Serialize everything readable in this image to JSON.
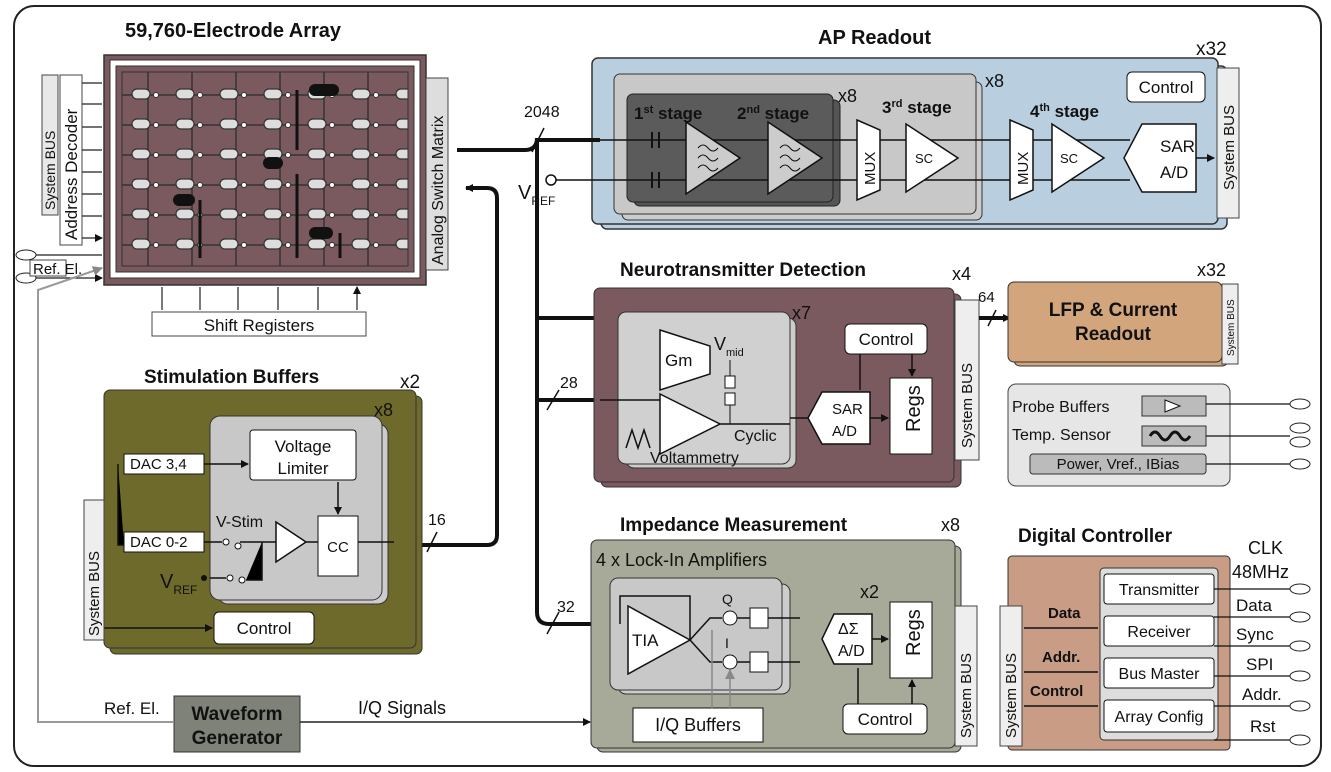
{
  "electrode_array": {
    "title": "59,760-Electrode Array",
    "system_bus": "System BUS",
    "address_decoder": "Address Decoder",
    "switch_matrix": "Analog Switch Matrix",
    "shift_registers": "Shift Registers",
    "ref_el": "Ref. El."
  },
  "ap_readout": {
    "title": "AP Readout",
    "mult_outer": "x32",
    "mult_mid": "x8",
    "mult_inner": "x8",
    "bus_width": "2048",
    "vref": "V",
    "vref_sub": "REF",
    "stage1": "1",
    "stage1_sup": "st",
    "stage1_word": " stage",
    "stage2": "2",
    "stage2_sup": "nd",
    "stage2_word": " stage",
    "stage3": "3",
    "stage3_sup": "rd",
    "stage3_word": " stage",
    "stage4": "4",
    "stage4_sup": "th",
    "stage4_word": " stage",
    "mux": "MUX",
    "sc": "SC",
    "sar": "SAR",
    "ad": "A/D",
    "control": "Control",
    "system_bus": "System BUS"
  },
  "neurotransmitter": {
    "title": "Neurotransmitter Detection",
    "mult": "x4",
    "inner_mult": "x7",
    "bus_width": "28",
    "out_width": "64",
    "gm": "Gm",
    "vmid": "V",
    "vmid_sub": "mid",
    "cyclic": "Cyclic",
    "voltammetry": "Voltammetry",
    "control": "Control",
    "sar": "SAR",
    "ad": "A/D",
    "regs": "Regs",
    "system_bus": "System BUS"
  },
  "lfp": {
    "title_line1": "LFP & Current",
    "title_line2": "Readout",
    "mult": "x32",
    "system_bus": "System BUS"
  },
  "misc": {
    "probe_buffers": "Probe Buffers",
    "temp_sensor": "Temp. Sensor",
    "power": "Power, Vref., IBias"
  },
  "stimulation": {
    "title": "Stimulation Buffers",
    "mult_outer": "x2",
    "mult_inner": "x8",
    "dac34": "DAC 3,4",
    "dac02": "DAC 0-2",
    "voltage_limiter_1": "Voltage",
    "voltage_limiter_2": "Limiter",
    "vstim": "V-Stim",
    "cc": "CC",
    "vref": "V",
    "vref_sub": "REF",
    "control": "Control",
    "system_bus": "System BUS",
    "bus_width": "16"
  },
  "impedance": {
    "title": "Impedance Measurement",
    "mult": "x8",
    "lockin": "4 x Lock-In Amplifiers",
    "tia": "TIA",
    "q": "Q",
    "i": "I",
    "x2": "x2",
    "delta_sigma": "ΔΣ",
    "ad": "A/D",
    "regs": "Regs",
    "control": "Control",
    "iq_buffers": "I/Q Buffers",
    "system_bus": "System BUS",
    "bus_width": "32"
  },
  "waveform": {
    "line1": "Waveform",
    "line2": "Generator",
    "ref_el": "Ref. El.",
    "iq_signals": "I/Q Signals"
  },
  "digital": {
    "title": "Digital Controller",
    "transmitter": "Transmitter",
    "receiver": "Receiver",
    "bus_master": "Bus Master",
    "array_config": "Array Config",
    "system_bus": "System BUS",
    "data": "Data",
    "addr": "Addr.",
    "control": "Control",
    "clk": "CLK",
    "freq": "48MHz",
    "out_data": "Data",
    "sync": "Sync",
    "spi": "SPI",
    "out_addr": "Addr.",
    "rst": "Rst"
  },
  "colors": {
    "ap": "#b9cfdf",
    "nt": "#7b5a5f",
    "lfp": "#d2a57d",
    "stim": "#6e6a2c",
    "imp": "#a8aa99",
    "digital": "#c99c85",
    "wave": "#7f8278"
  }
}
